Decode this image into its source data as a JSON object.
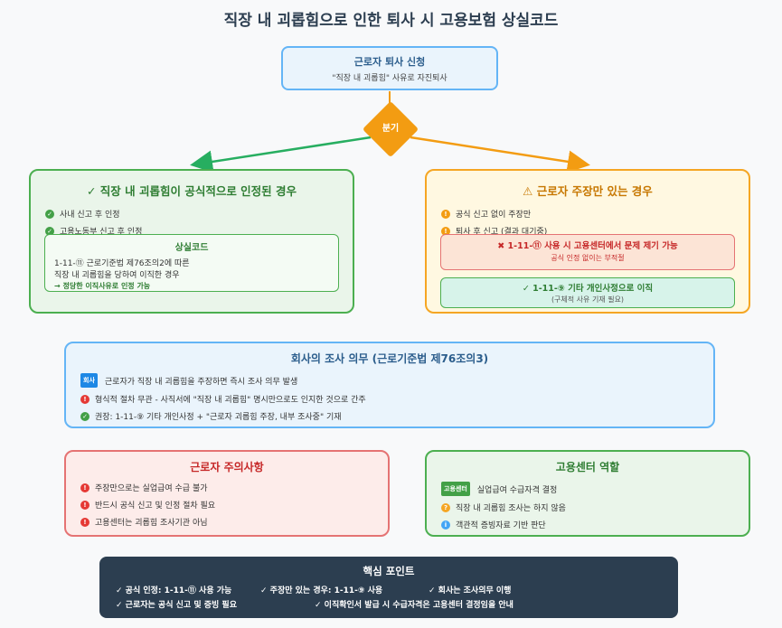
{
  "title": "직장 내 괴롭힘으로 인한 퇴사 시 고용보험 상실코드",
  "start": {
    "title": "근로자 퇴사 신청",
    "subtitle": "\"직장 내 괴롭힘\" 사유로 자진퇴사"
  },
  "branch_label": "분기",
  "colors": {
    "green": "#4caf50",
    "orange": "#f5a623",
    "blue": "#64b5f6",
    "red": "#e57373",
    "dark": "#2c3e50"
  },
  "official": {
    "heading": "✓ 직장 내 괴롭힘이 공식적으로 인정된 경우",
    "items": [
      "사내 신고 후 인정",
      "고용노동부 신고 후 인정"
    ],
    "code_box": {
      "title": "상실코드",
      "line1": "1-11-⑪ 근로기준법 제76조의2에 따른",
      "line2": "직장 내 괴롭힘을 당하여 이직한 경우",
      "line3": "→ 정당한 이직사유로 인정 가능"
    }
  },
  "claim": {
    "heading": "근로자 주장만 있는 경우",
    "items": [
      "공식 신고 없이 주장만",
      "퇴사 후 신고 (결과 대기중)"
    ],
    "warn_box": {
      "title": "1-11-⑪ 사용 시 고용센터에서 문제 제기 가능",
      "subtitle": "공식 인정 없이는 부적절"
    },
    "ok_box": {
      "title": "✓ 1-11-⑨ 기타 개인사정으로 이직",
      "subtitle": "(구체적 사유 기재 필요)"
    }
  },
  "duty": {
    "heading": "회사의 조사 의무 (근로기준법 제76조의3)",
    "tag": "회사",
    "items": [
      "근로자가 직장 내 괴롭힘을 주장하면 즉시 조사 의무 발생",
      "형식적 절차 무관 - 사직서에 \"직장 내 괴롭힘\" 명시만으로도 인지한 것으로 간주",
      "권장: 1-11-⑨ 기타 개인사정 + \"근로자 괴롭힘 주장, 내부 조사중\" 기재"
    ]
  },
  "caution": {
    "heading": "근로자 주의사항",
    "items": [
      "주장만으로는 실업급여 수급 불가",
      "반드시 공식 신고 및 인정 절차 필요",
      "고용센터는 괴롭힘 조사기관 아님"
    ]
  },
  "center": {
    "heading": "고용센터 역할",
    "tag": "고용센터",
    "items": [
      "실업급여 수급자격 결정",
      "직장 내 괴롭힘 조사는 하지 않음",
      "객관적 증빙자료 기반 판단"
    ]
  },
  "key": {
    "title": "핵심 포인트",
    "row1": [
      "✓ 공식 인정: 1-11-⑪ 사용 가능",
      "✓ 주장만 있는 경우: 1-11-⑨ 사용",
      "✓ 회사는 조사의무 이행"
    ],
    "row2": [
      "✓ 근로자는 공식 신고 및 증빙 필요",
      "✓ 이직확인서 발급 시 수급자격은 고용센터 결정임을 안내"
    ]
  }
}
